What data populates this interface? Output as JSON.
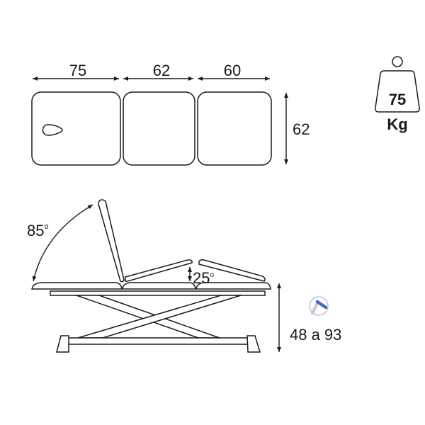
{
  "top_view": {
    "widths": [
      "75",
      "62",
      "60"
    ],
    "depth": "62"
  },
  "max_load": {
    "value": "75",
    "unit": "Kg"
  },
  "side_view": {
    "backrest_angle": "85",
    "leg_angle": "25",
    "degree_symbol": "o",
    "height_range": "48 a 93"
  },
  "colors": {
    "line": "#1a1a1a",
    "motor_icon": "#3f6fc4"
  }
}
